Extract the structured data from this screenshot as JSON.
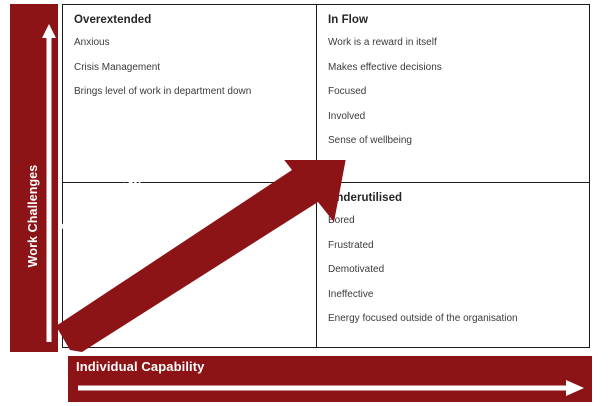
{
  "colors": {
    "brand_red": "#8C1316",
    "border": "#1a1a1a",
    "heading_text": "#262626",
    "body_text": "#3b3b3b",
    "arrow_white": "#ffffff"
  },
  "axes": {
    "y": {
      "label": "Work Challenges",
      "arrow_icon": "up-arrow-icon",
      "direction": "up"
    },
    "x": {
      "label": "Individual Capability",
      "arrow_icon": "right-arrow-icon",
      "direction": "right"
    }
  },
  "diagonal_arrow": {
    "label": "Flow and effective decision-making",
    "icon": "diagonal-up-right-arrow-icon"
  },
  "quadrants": [
    {
      "id": "overextended",
      "position": "top-left",
      "title": "Overextended",
      "items": [
        "Anxious",
        "Crisis Management",
        "Brings level of work in department down"
      ]
    },
    {
      "id": "in-flow",
      "position": "top-right",
      "title": "In Flow",
      "items": [
        "Work is a reward in itself",
        "Makes effective decisions",
        "Focused",
        "Involved",
        "Sense of wellbeing"
      ]
    },
    {
      "id": "blank",
      "position": "bottom-left",
      "title": "",
      "items": []
    },
    {
      "id": "underutilised",
      "position": "bottom-right",
      "title": "Underutilised",
      "items": [
        "Bored",
        "Frustrated",
        "Demotivated",
        "Ineffective",
        "Energy focused outside of the organisation"
      ]
    }
  ]
}
